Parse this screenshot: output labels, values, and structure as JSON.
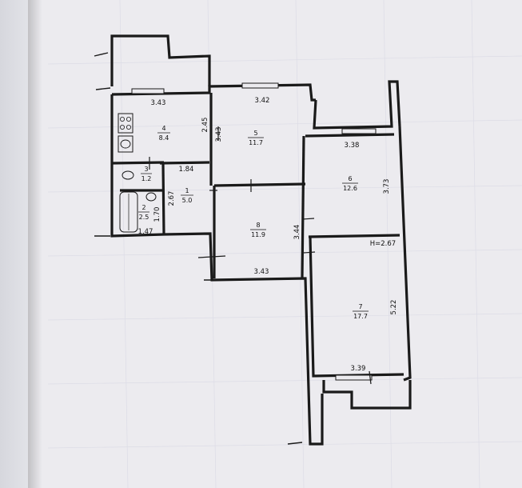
{
  "rooms": [
    {
      "id": "1",
      "area": "5.0"
    },
    {
      "id": "2",
      "area": "2.5"
    },
    {
      "id": "3",
      "area": "1.2"
    },
    {
      "id": "4",
      "area": "8.4"
    },
    {
      "id": "5",
      "area": "11.7"
    },
    {
      "id": "6",
      "area": "12.6"
    },
    {
      "id": "7",
      "area": "17.7"
    },
    {
      "id": "8",
      "area": "11.9"
    }
  ],
  "dimensions": {
    "kitchen_width": "3.43",
    "kitchen_depth": "2.45",
    "room5_width": "3.42",
    "room5_depth": "3.43",
    "room6_width": "3.38",
    "room6_depth": "3.73",
    "room7_depth": "5.22",
    "room7_width": "3.39",
    "room8_depth": "3.44",
    "room8_width": "3.43",
    "hall_width": "1.84",
    "hall_depth": "2.67",
    "bath_depth": "1.70",
    "bath_width": "1.47"
  },
  "ceiling_height": "H=2.67"
}
